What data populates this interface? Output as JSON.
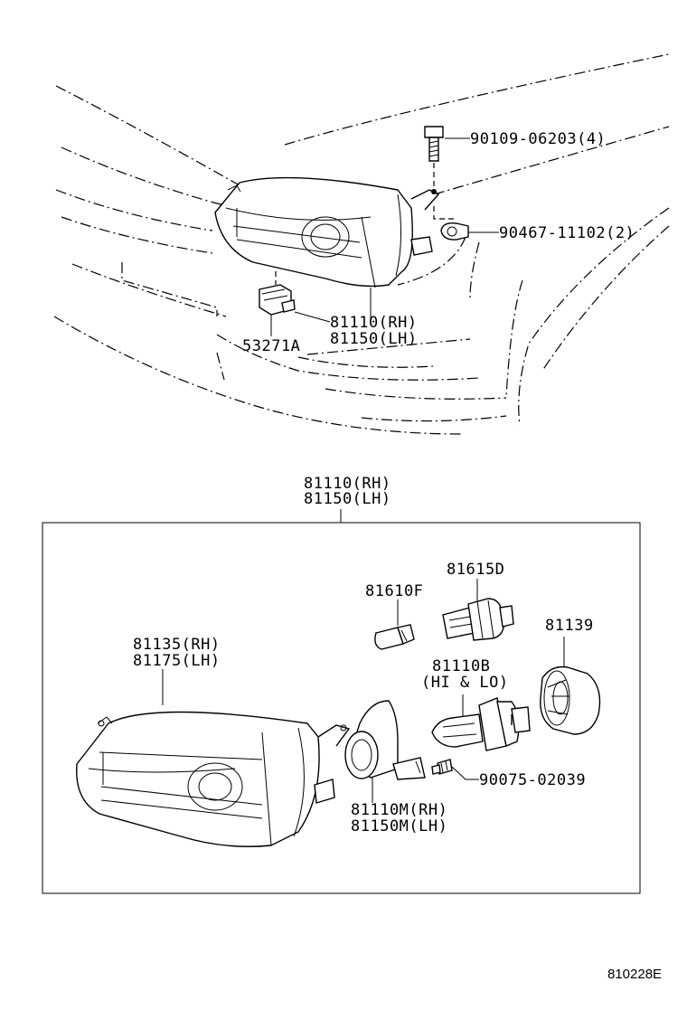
{
  "callouts": {
    "bolt": "90109-06203(4)",
    "clip": "90467-11102(2)",
    "lamp_top_rh": "81110(RH)",
    "lamp_top_lh": "81150(LH)",
    "connector": "53271A",
    "assy_rh": "81110(RH)",
    "assy_lh": "81150(LH)",
    "socket": "81615D",
    "bulb_small": "81610F",
    "cover": "81139",
    "lens_rh": "81135(RH)",
    "lens_lh": "81175(LH)",
    "bulb_main": "81110B",
    "bulb_main_note": "(HI & LO)",
    "screw": "90075-02039",
    "body_rh": "81110M(RH)",
    "body_lh": "81150M(LH)"
  },
  "drawing_code": "810228E"
}
